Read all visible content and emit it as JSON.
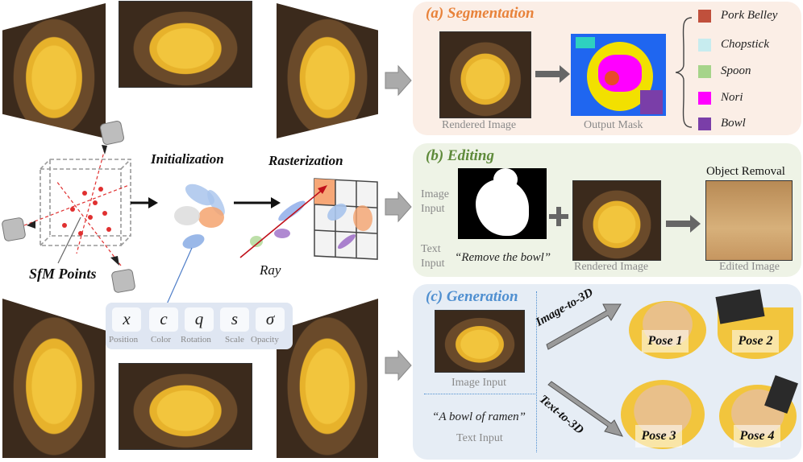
{
  "colors": {
    "segmentation_title": "#e8823a",
    "editing_title": "#5e8a3a",
    "generation_title": "#4f8fd0",
    "panel_a_bg": "#fbeee6",
    "panel_b_bg": "#eef3e6",
    "panel_c_bg": "#e6edf5"
  },
  "left": {
    "initialization": "Initialization",
    "rasterization": "Rasterization",
    "ray": "Ray",
    "sfm_points": "SfM Points",
    "params": [
      {
        "symbol": "x",
        "label": "Position"
      },
      {
        "symbol": "c",
        "label": "Color"
      },
      {
        "symbol": "q",
        "label": "Rotation"
      },
      {
        "symbol": "s",
        "label": "Scale"
      },
      {
        "symbol": "σ",
        "label": "Opacity"
      }
    ]
  },
  "segmentation": {
    "title": "(a) Segmentation",
    "rendered_caption": "Rendered Image",
    "mask_caption": "Output Mask",
    "legend": [
      {
        "label": "Pork Belley",
        "color": "#c0503c"
      },
      {
        "label": "Chopstick",
        "color": "#c7ecef"
      },
      {
        "label": "Spoon",
        "color": "#a6d48a"
      },
      {
        "label": "Nori",
        "color": "#ff00ff"
      },
      {
        "label": "Bowl",
        "color": "#7a3ea8"
      }
    ]
  },
  "editing": {
    "title": "(b) Editing",
    "image_input_1": "Image",
    "image_input_2": "Input",
    "text_input_1": "Text",
    "text_input_2": "Input",
    "prompt": "“Remove the bowl”",
    "rendered_caption": "Rendered Image",
    "object_removal": "Object Removal",
    "edited_caption": "Edited Image"
  },
  "generation": {
    "title": "(c) Generation",
    "image_input_caption": "Image Input",
    "text_prompt": "“A bowl of ramen”",
    "text_input_caption": "Text Input",
    "image_to_3d": "Image-to-3D",
    "text_to_3d": "Text-to-3D",
    "poses": [
      "Pose 1",
      "Pose 2",
      "Pose 3",
      "Pose 4"
    ]
  }
}
